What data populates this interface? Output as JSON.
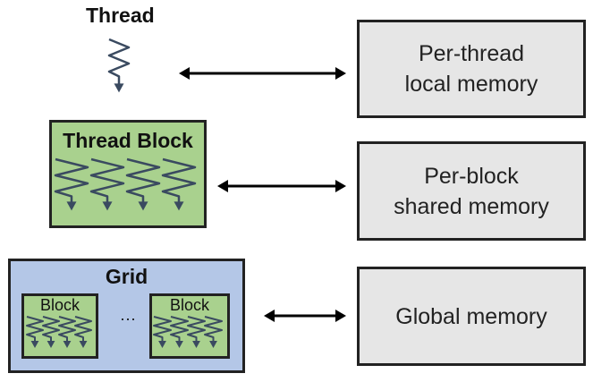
{
  "thread": {
    "label": "Thread"
  },
  "thread_block": {
    "label": "Thread Block"
  },
  "grid": {
    "label": "Grid",
    "block_label": "Block",
    "ellipsis": "···"
  },
  "memories": {
    "per_thread": {
      "line1": "Per-thread",
      "line2": "local memory"
    },
    "per_block": {
      "line1": "Per-block",
      "line2": "shared memory"
    },
    "global": {
      "line1": "Global memory"
    }
  },
  "colors": {
    "block_fill": "#a9d18e",
    "grid_fill": "#b4c7e7",
    "memory_fill": "#e6e6e6",
    "arrow": "#3a4a60",
    "outline": "#222222"
  },
  "icons": {
    "thread": "squiggle-arrow-icon",
    "connector": "double-headed-arrow-icon"
  }
}
